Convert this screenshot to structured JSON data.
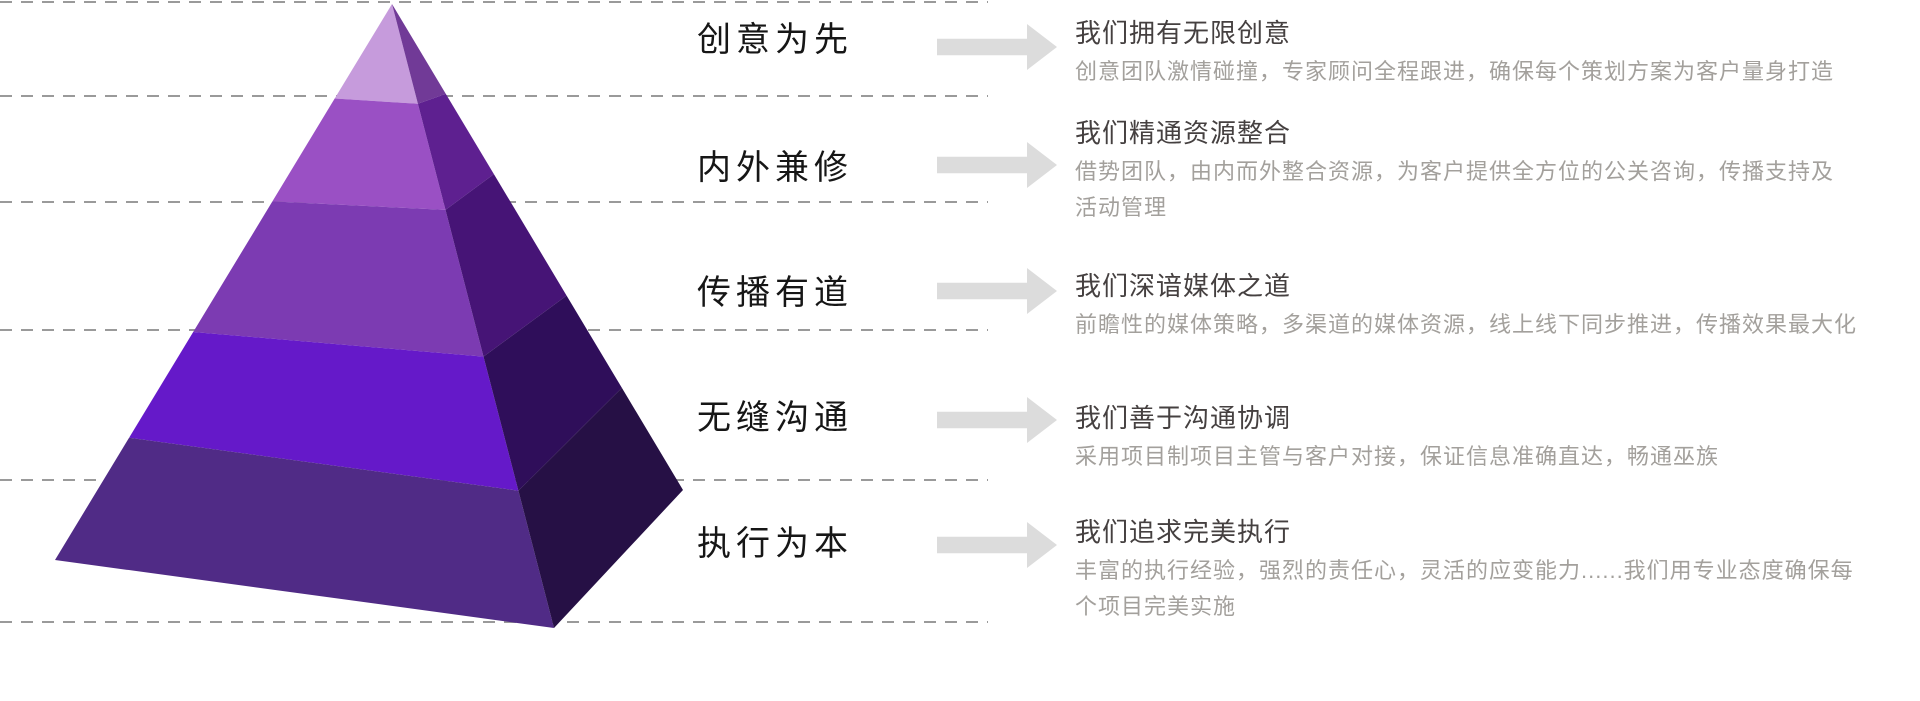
{
  "rows": [
    {
      "label": "创意为先",
      "title": "我们拥有无限创意",
      "desc": "创意团队激情碰撞，专家顾问全程跟进，确保每个策划方案为客户量身打造"
    },
    {
      "label": "内外兼修",
      "title": "我们精通资源整合",
      "desc": "借势团队，由内而外整合资源，为客户提供全方位的公关咨询，传播支持及\n活动管理"
    },
    {
      "label": "传播有道",
      "title": "我们深谙媒体之道",
      "desc": "前瞻性的媒体策略，多渠道的媒体资源，线上线下同步推进，传播效果最大化"
    },
    {
      "label": "无缝沟通",
      "title": "我们善于沟通协调",
      "desc": "采用项目制项目主管与客户对接，保证信息准确直达，畅通巫族"
    },
    {
      "label": "执行为本",
      "title": "我们追求完美执行",
      "desc": "丰富的执行经验，强烈的责任心，灵活的应变能力......我们用专业态度确保每\n个项目完美实施"
    }
  ],
  "pyramid": {
    "levels": 5,
    "front_colors": [
      "#c69bdc",
      "#9a50c4",
      "#7c3bb2",
      "#6519c9",
      "#502b86"
    ],
    "side_colors": [
      "#713a97",
      "#5e2090",
      "#461476",
      "#2f0e5a",
      "#261045"
    ]
  },
  "colors": {
    "arrow": "#dcdcdc",
    "label_text": "#161616",
    "title_text": "#454040",
    "desc_text": "#a3a09c",
    "gridline": "#9a9a9a"
  }
}
